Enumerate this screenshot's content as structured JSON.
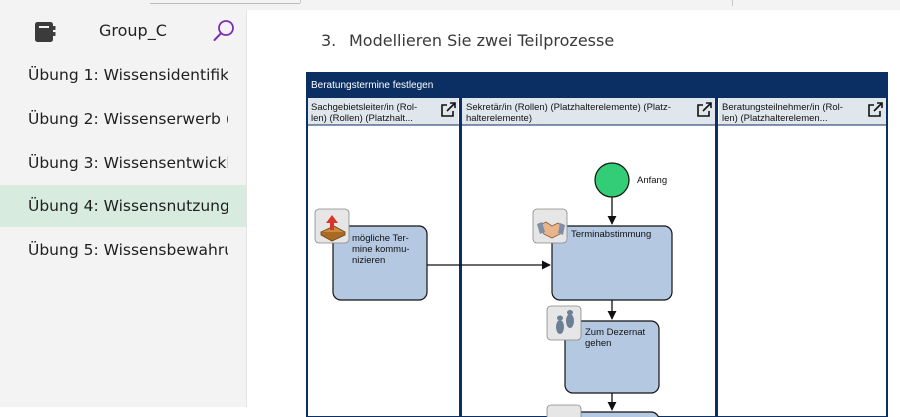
{
  "sidebar": {
    "title": "Group_C",
    "items": [
      {
        "label": "Übung 1: Wissensidentifik...",
        "active": false
      },
      {
        "label": "Übung 2: Wissenserwerb (...",
        "active": false
      },
      {
        "label": "Übung 3: Wissensentwickl...",
        "active": false
      },
      {
        "label": "Übung 4: Wissensnutzung ...",
        "active": true
      },
      {
        "label": "Übung 5: Wissensbewahru...",
        "active": false
      }
    ]
  },
  "main": {
    "task_number": "3.",
    "task_text": "Modellieren Sie zwei Teilprozesse"
  },
  "diagram": {
    "pool_title": "Beratungstermine festlegen",
    "lanes": [
      {
        "line1": "Sachgebietsleiter/in (Rol-",
        "line2": "len) (Rollen) (Platzhalt..."
      },
      {
        "line1": "Sekretär/in (Rollen) (Platzhalterelemente) (Platz-",
        "line2": "halterelemente)"
      },
      {
        "line1": "Beratungsteilnehmer/in (Rol-",
        "line2": "len) (Platzhalterelemen..."
      }
    ],
    "start_event": "Anfang",
    "tasks": [
      {
        "line1": "mögliche Ter-",
        "line2": "mine kommu-",
        "line3": "nizieren",
        "icon": "outbox-icon"
      },
      {
        "line1": "Terminabstimmung",
        "line2": "",
        "line3": "",
        "icon": "handshake-icon"
      },
      {
        "line1": "Zum Dezernat",
        "line2": "gehen",
        "line3": "",
        "icon": "footsteps-icon"
      }
    ],
    "colors": {
      "frame": "#0c2f63",
      "lane_header": "#dfe6ec",
      "task_fill": "#b4c8e2",
      "start_fill": "#33cc77"
    }
  }
}
